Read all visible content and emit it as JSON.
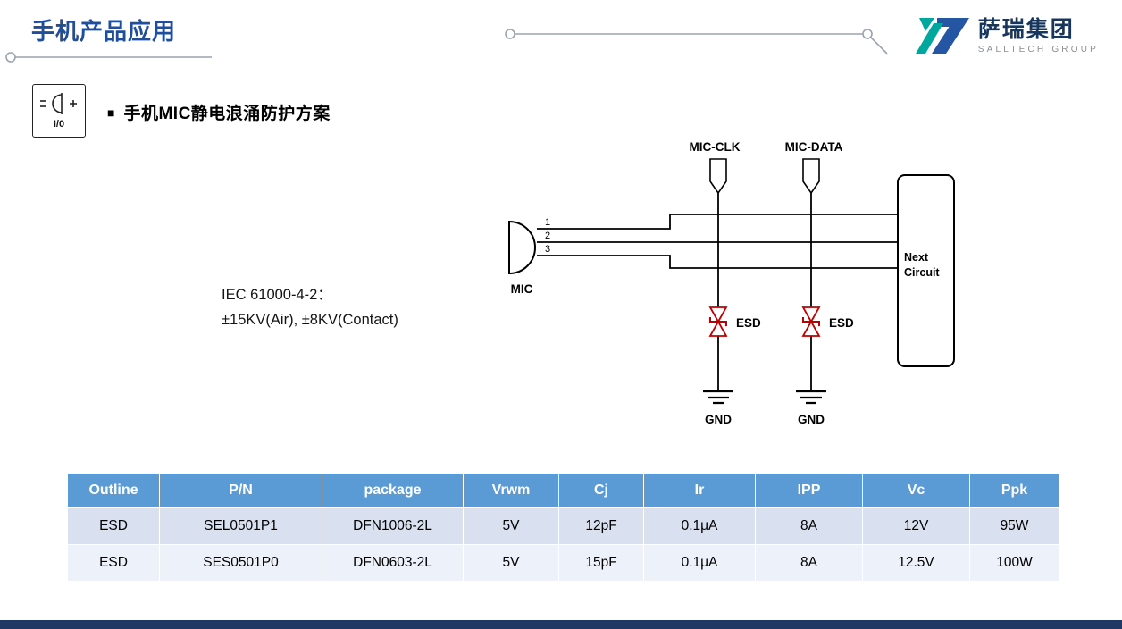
{
  "header": {
    "title": "手机产品应用",
    "logo_cn": "萨瑞集团",
    "logo_en": "SALLTECH GROUP"
  },
  "section": {
    "bullet": "■",
    "title": "手机MIC静电浪涌防护方案"
  },
  "io_badge": {
    "label": "I/0"
  },
  "diagram": {
    "mic_label": "MIC",
    "pins": [
      "1",
      "2",
      "3"
    ],
    "connectors": [
      "MIC-CLK",
      "MIC-DATA"
    ],
    "esd_labels": [
      "ESD",
      "ESD"
    ],
    "gnd_labels": [
      "GND",
      "GND"
    ],
    "next_circuit": [
      "Next",
      "Circuit"
    ],
    "iec_lines": [
      "IEC 61000-4-2：",
      "±15KV(Air), ±8KV(Contact)"
    ]
  },
  "table": {
    "headers": [
      "Outline",
      "P/N",
      "package",
      "Vrwm",
      "Cj",
      "Ir",
      "IPP",
      "Vc",
      "Ppk"
    ],
    "rows": [
      [
        "ESD",
        "SEL0501P1",
        "DFN1006-2L",
        "5V",
        "12pF",
        "0.1μA",
        "8A",
        "12V",
        "95W"
      ],
      [
        "ESD",
        "SES0501P0",
        "DFN0603-2L",
        "5V",
        "15pF",
        "0.1μA",
        "8A",
        "12.5V",
        "100W"
      ]
    ]
  },
  "colors": {
    "title_blue": "#1F4E9C",
    "table_header_bg": "#5B9BD5",
    "table_row_odd": "#D9E1F1",
    "table_row_even": "#EDF1F9",
    "esd_red": "#C00000",
    "footer_navy": "#1F3864",
    "logo_teal": "#00A79D",
    "logo_blue": "#2456A4"
  }
}
